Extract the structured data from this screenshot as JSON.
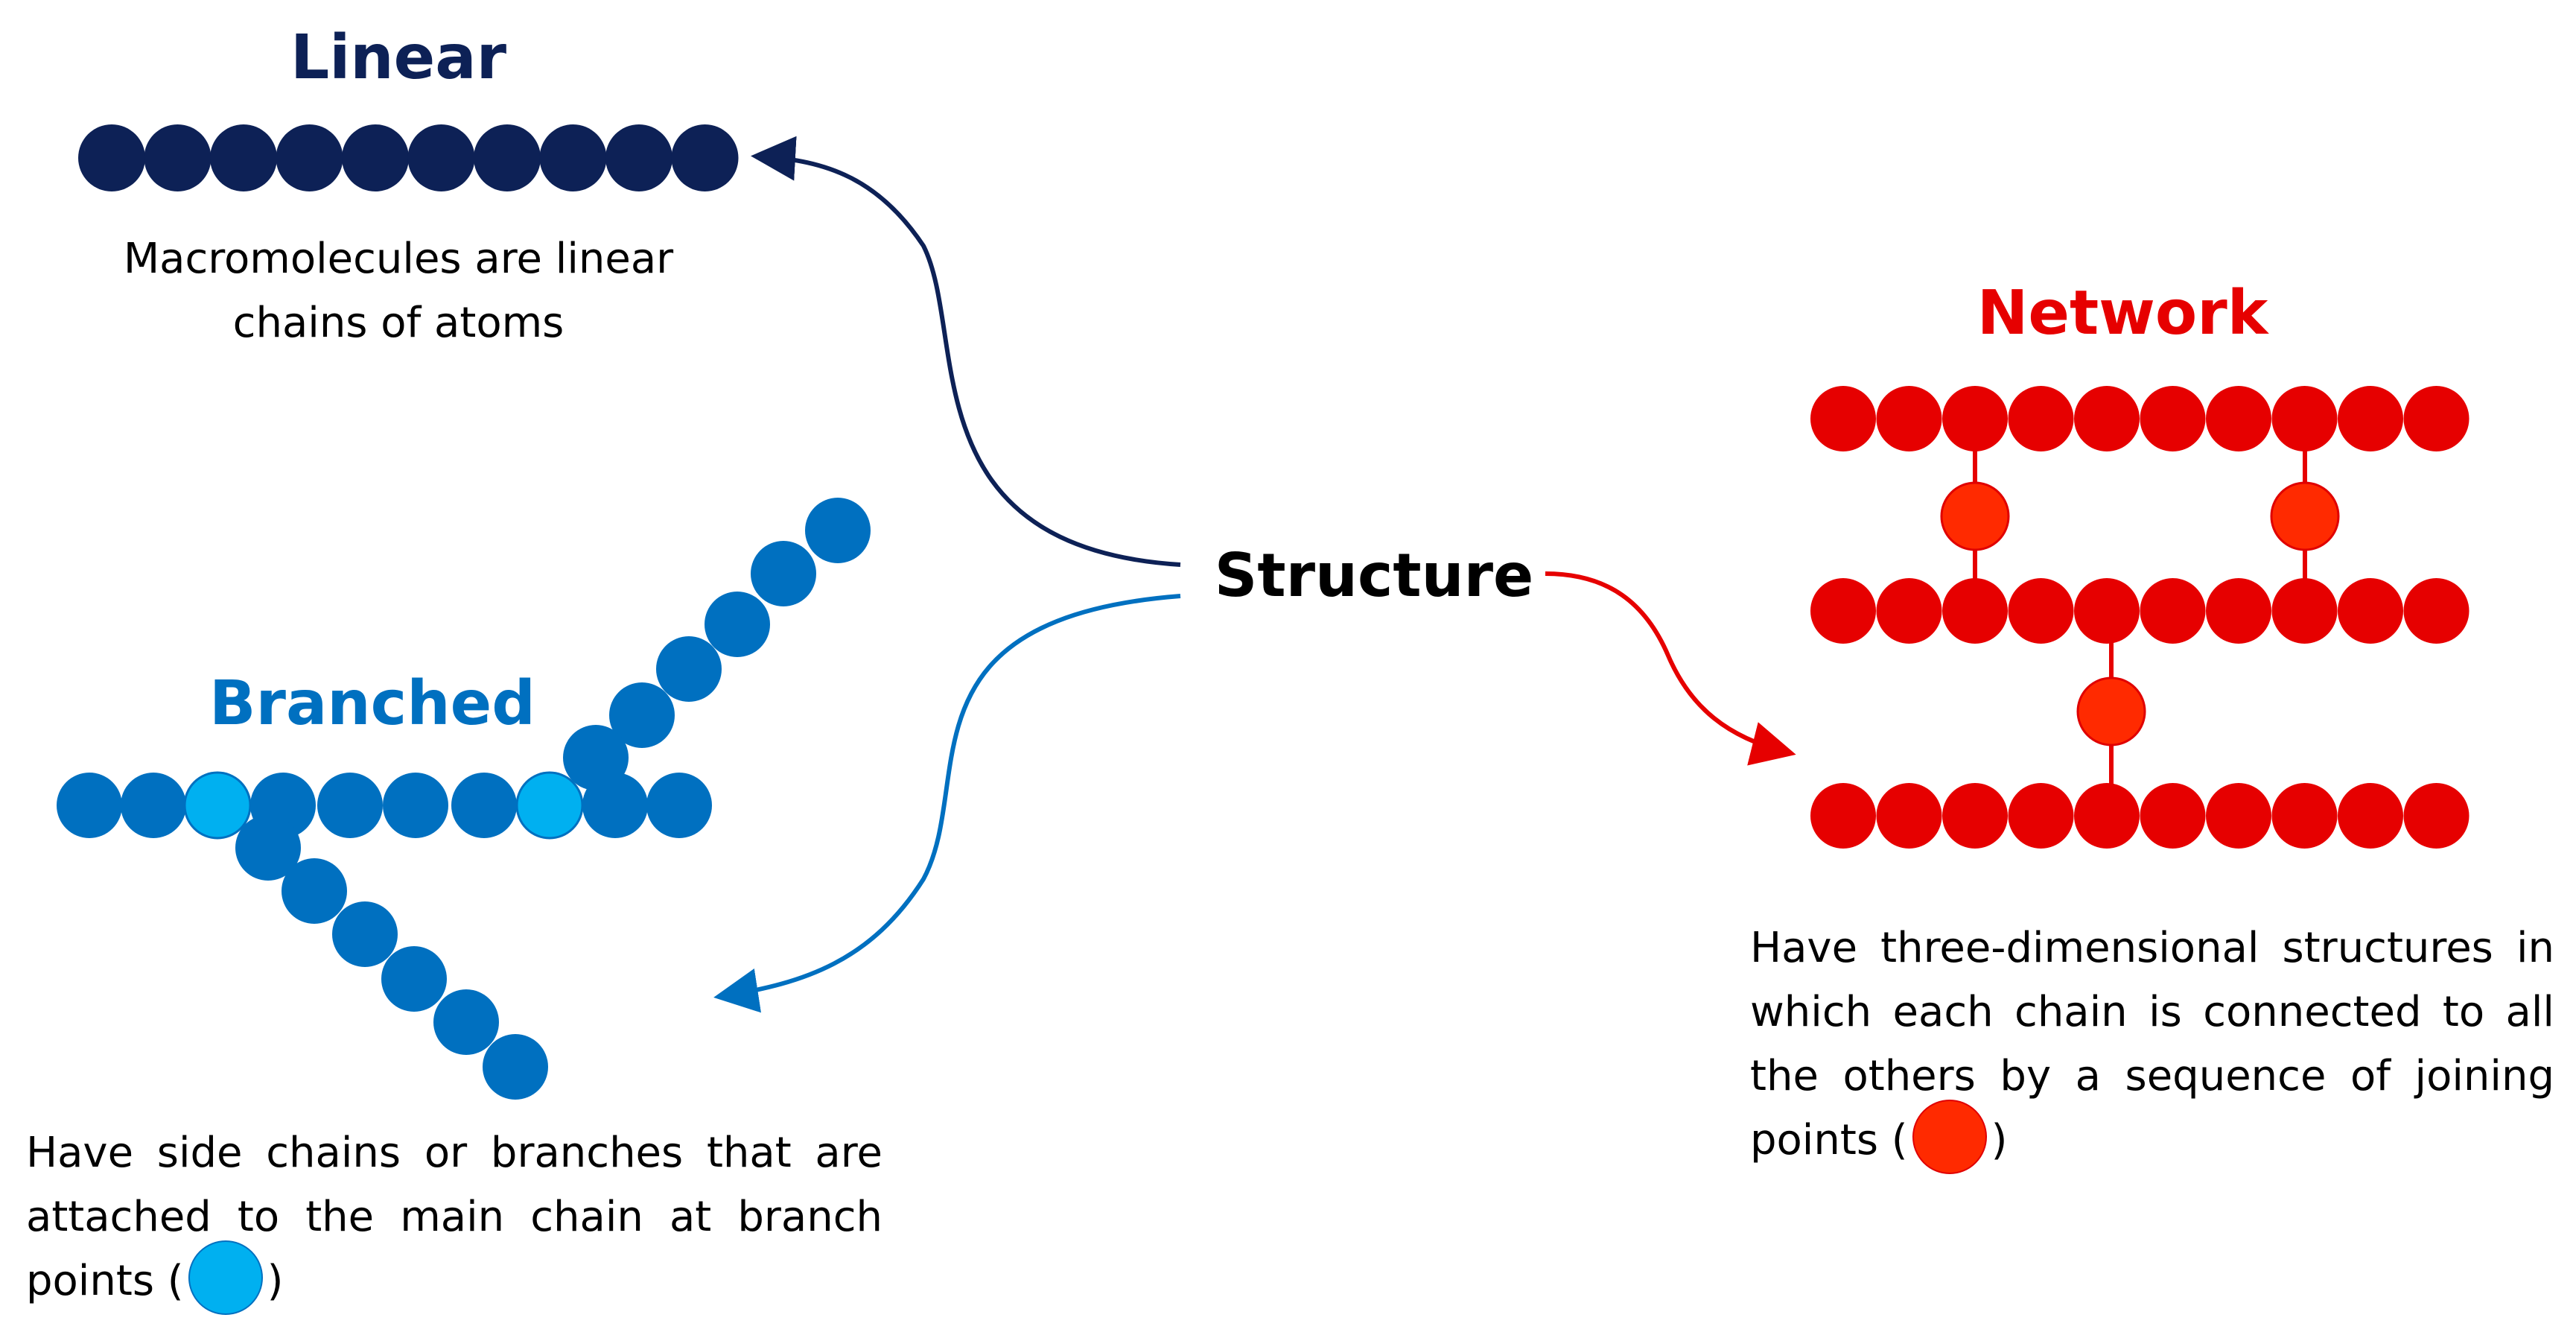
{
  "colors": {
    "linear": "#0d2156",
    "branched": "#0070c0",
    "branch_point": "#00b0f0",
    "network": "#e60000",
    "joining_point": "#ff2a00",
    "center_text": "#000000"
  },
  "center": {
    "label": "Structure"
  },
  "linear": {
    "title": "Linear",
    "description": "Macromolecules are linear chains of atoms"
  },
  "branched": {
    "title": "Branched",
    "description_text": "Have side chains or branches that are attached to the main chain at branch points (",
    "description_close": ")"
  },
  "network": {
    "title": "Network",
    "description_text": "Have three-dimensional structures in which each chain is connected to all the others by a sequence of joining points (",
    "description_close": ")"
  }
}
